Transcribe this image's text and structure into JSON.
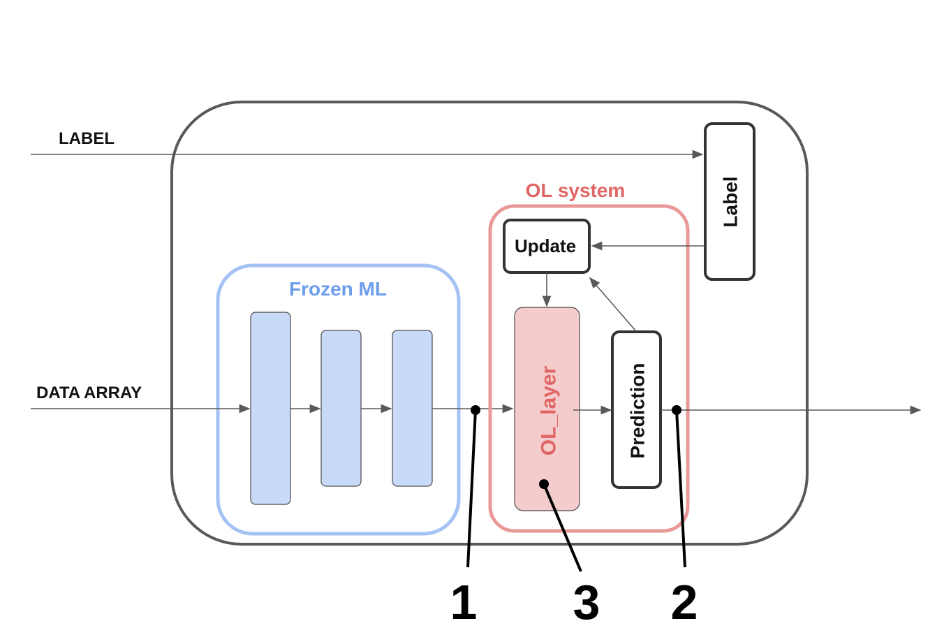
{
  "inputs": {
    "label": "LABEL",
    "data_array": "DATA ARRAY"
  },
  "frozen_ml": {
    "title": "Frozen ML",
    "layer_count": 3
  },
  "ol_system": {
    "title": "OL system",
    "update": "Update",
    "ol_layer": "OL_layer",
    "prediction": "Prediction"
  },
  "label_box": "Label",
  "markers": [
    "1",
    "3",
    "2"
  ],
  "colors": {
    "outer_border": "#595959",
    "frozen_border": "#a4c2f4",
    "frozen_fill": "#c9daf8",
    "frozen_title": "#6d9eeb",
    "ol_border": "#ea9999",
    "ol_title": "#e06666",
    "ol_layer_fill": "#f4cccc",
    "ol_layer_text": "#e06666",
    "box_border": "#333333",
    "arrow": "#595959",
    "marker": "#000000"
  },
  "icons": {
    "connection": "arrow-right-icon",
    "marker_point": "dot-icon"
  }
}
